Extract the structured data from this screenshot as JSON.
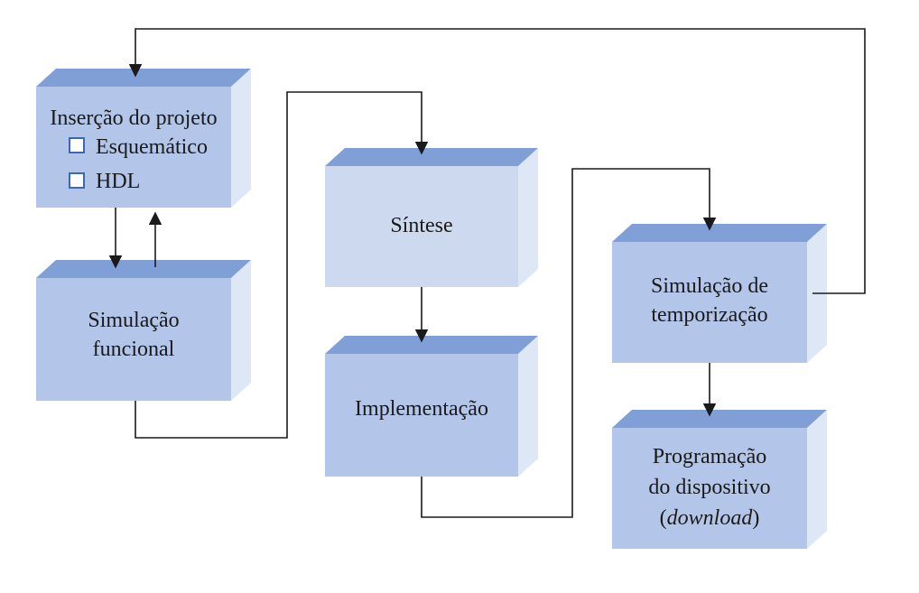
{
  "diagram": {
    "boxes": {
      "entry": {
        "title": "Inserção do projeto",
        "options": [
          "Esquemático",
          "HDL"
        ]
      },
      "functional_sim": {
        "lines": [
          "Simulação",
          "funcional"
        ]
      },
      "synthesis": {
        "lines": [
          "Síntese"
        ]
      },
      "implementation": {
        "lines": [
          "Implementação"
        ]
      },
      "timing_sim": {
        "lines": [
          "Simulação de",
          "temporização"
        ]
      },
      "programming": {
        "lines": [
          "Programação",
          "do dispositivo"
        ],
        "last_line_open": "(",
        "last_line_italic": "download",
        "last_line_close": ")"
      }
    },
    "colors": {
      "box_front": "#b3c5e8",
      "box_front_light": "#ccd9ef",
      "box_top": "#7f9fd6",
      "box_side": "#dde7f6",
      "connector": "#1a1a1a",
      "checkbox": "#3b69b0"
    }
  }
}
